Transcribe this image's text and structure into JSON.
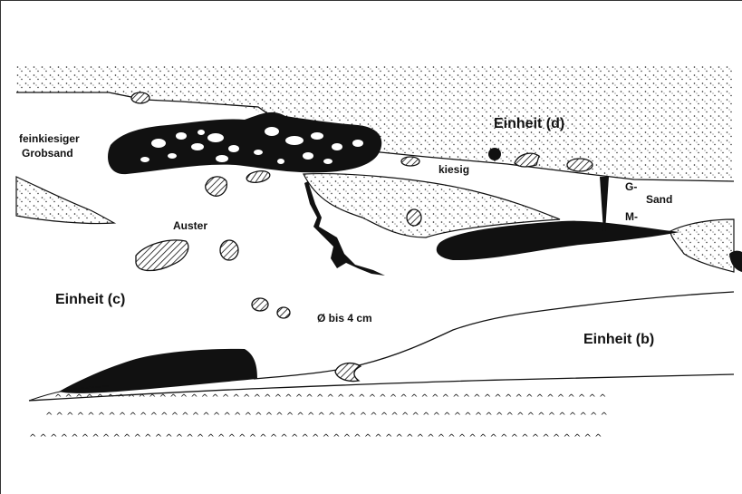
{
  "labels": {
    "feinkiesiger": "feinkiesiger",
    "grobsand": "Grobsand",
    "einheit_d": "Einheit (d)",
    "kiesig": "kiesig",
    "g_sand": "G-",
    "sand": "Sand",
    "m_sand": "M-",
    "auster": "Auster",
    "einheit_c": "Einheit (c)",
    "groesse": "Ø bis 4 cm",
    "einheit_b": "Einheit (b)"
  },
  "colors": {
    "ink": "#111111",
    "stipple": "#222222",
    "background": "#ffffff"
  }
}
